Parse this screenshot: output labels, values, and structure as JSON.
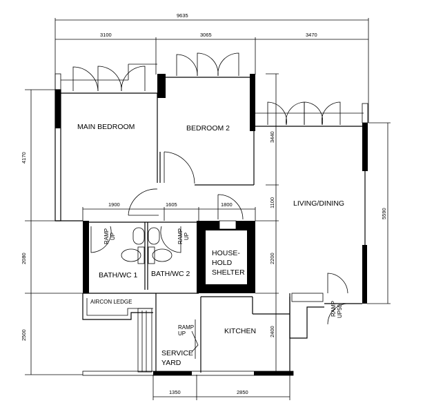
{
  "rooms": {
    "main_bedroom": "MAIN BEDROOM",
    "bedroom_2": "BEDROOM 2",
    "living_dining": "LIVING/DINING",
    "bath_wc_1": "BATH/WC 1",
    "bath_wc_2": "BATH/WC 2",
    "household_shelter_1": "HOUSE-",
    "household_shelter_2": "HOLD",
    "household_shelter_3": "SHELTER",
    "kitchen": "KITCHEN",
    "service_yard_1": "SERVICE",
    "service_yard_2": "YARD",
    "aircon_ledge": "AIRCON LEDGE"
  },
  "annotations": {
    "ramp": "RAMP",
    "up": "UP",
    "up50": "UP50"
  },
  "dimensions": {
    "overall_width": "9635",
    "top": [
      "3100",
      "3065",
      "3470"
    ],
    "middle": [
      "1900",
      "1605",
      "1800"
    ],
    "bottom": [
      "1350",
      "2850"
    ],
    "left": [
      "4170",
      "2080",
      "2500"
    ],
    "inner_right": [
      "3440",
      "1100",
      "2200",
      "2400"
    ],
    "far_right": "5590"
  }
}
